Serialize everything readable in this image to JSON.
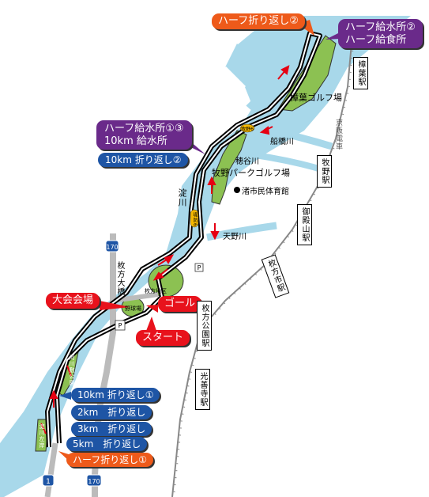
{
  "callouts": {
    "half_turn2": "ハーフ折り返し②",
    "half_water2_line1": "ハーフ給水所②",
    "half_water2_line2": "ハーフ給食所",
    "half_water13_line1": "ハーフ給水所①③",
    "half_water13_line2": "10km 給水所",
    "turn10k_2": "10km 折り返し②",
    "main_venue": "大会会場",
    "goal": "ゴール",
    "start": "スタート",
    "turn10k_1": "10km 折り返し①",
    "turn2k": "2km　折り返し",
    "turn3k": "3km　折り返し",
    "turn5k": "5km　折り返し",
    "half_turn1": "ハーフ折り返し①"
  },
  "labels": {
    "kuzuha_golf": "樟葉ゴルフ場",
    "hirakata_park_golf": "牧野パークゴルフ場",
    "gym": "渚市民体育館",
    "funabashi_river": "船橋川",
    "hozuya_river": "穂谷川",
    "amano_river": "天野川",
    "yodo_river": "淀川",
    "hirakata_bridge": "枚方大橋",
    "hirakata_district": "枚方地区",
    "baseball_field": "野球場",
    "parking": "P",
    "keihan_line": "京阪電車",
    "route170_top": "170",
    "route1": "1",
    "route170_bottom": "170",
    "levee_road": "堤防6",
    "tsutsumi_top": "牧野6",
    "riverside_park": "河川敷公園",
    "left_levee": "淀川左岸"
  },
  "stations": [
    "樟葉駅",
    "牧野駅",
    "御殿山駅",
    "枚方市駅",
    "枚方公園駅",
    "光善寺駅"
  ],
  "colors": {
    "river": "#a8d8ea",
    "green": "#8cc152",
    "course": "#000000",
    "arrow": "#e60012",
    "orange": "#ee5a1a",
    "purple": "#6a2a8a",
    "blue": "#1e55a5",
    "red": "#e8121c",
    "road": "#bbbbbb"
  }
}
